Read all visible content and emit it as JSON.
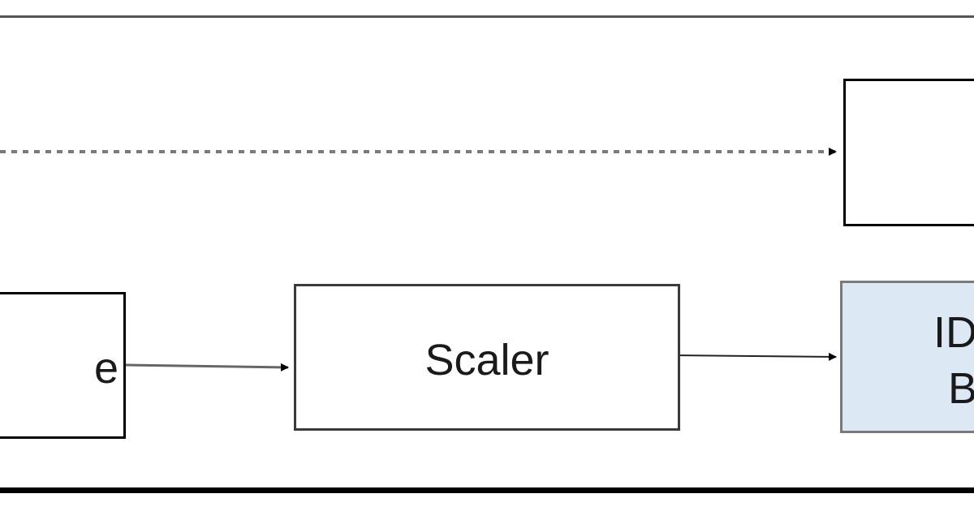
{
  "colors": {
    "block_border": "#000000",
    "highlight_fill": "#dde8f5",
    "connector": "#444444",
    "dotted_connector": "#7a7a7a"
  },
  "blocks": {
    "left": {
      "label": "e"
    },
    "scaler": {
      "label": "Scaler"
    },
    "top_right": {
      "label": ""
    },
    "idb": {
      "label_line1": "ID",
      "label_line2": "B"
    }
  },
  "connectors": [
    {
      "from": "left",
      "to": "scaler",
      "style": "solid"
    },
    {
      "from": "scaler",
      "to": "idb",
      "style": "solid"
    },
    {
      "from": "offscreen-left",
      "to": "top_right",
      "style": "dotted"
    }
  ]
}
